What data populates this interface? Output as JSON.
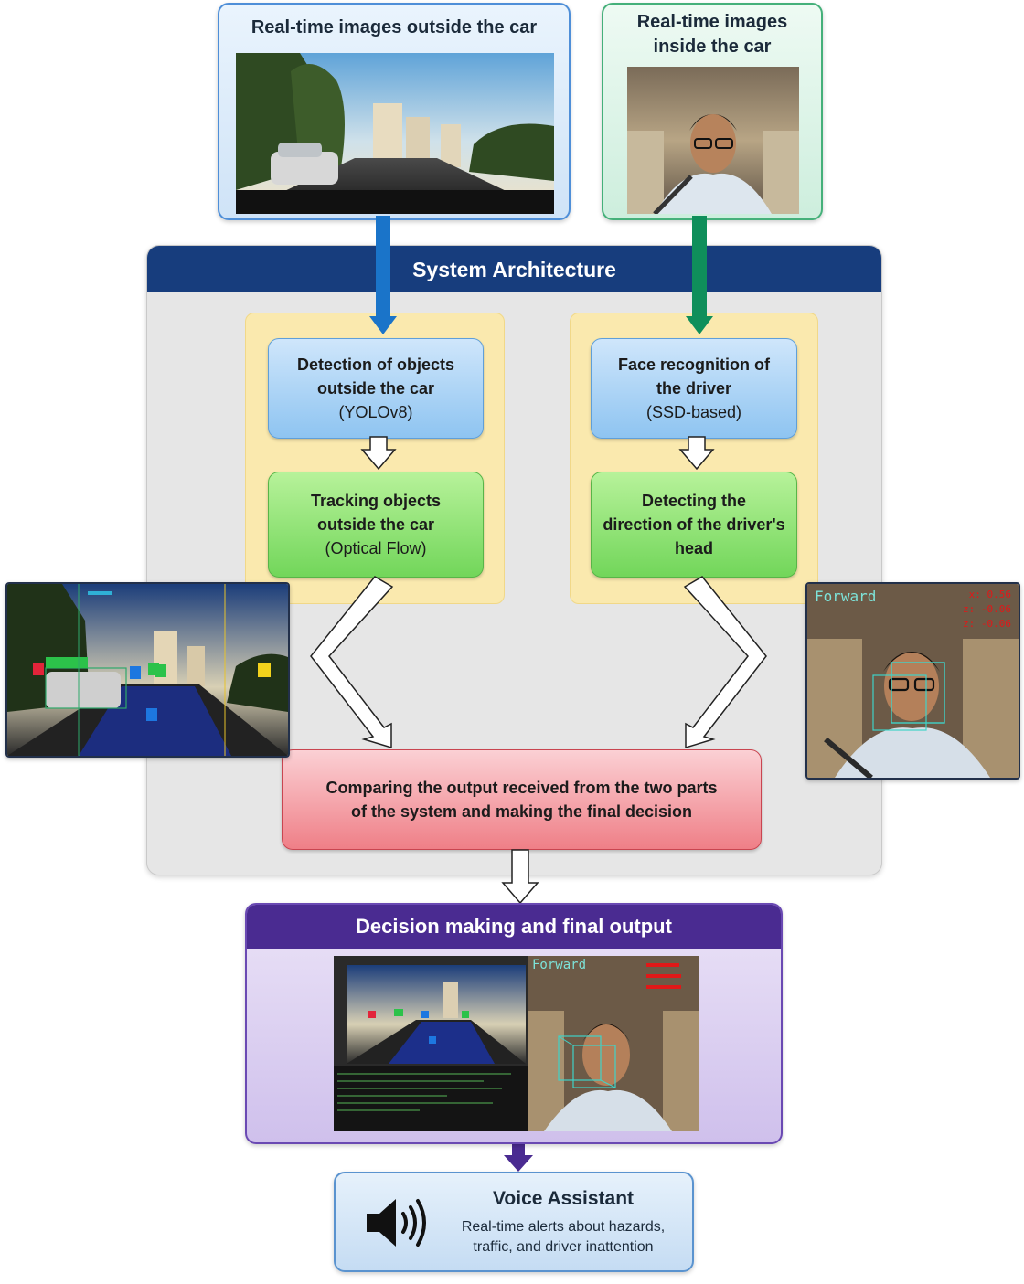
{
  "inputs": {
    "outside_title": "Real-time images outside the car",
    "inside_title_line1": "Real-time images",
    "inside_title_line2": "inside the car"
  },
  "architecture": {
    "title": "System Architecture",
    "detection": {
      "line1": "Detection of objects",
      "line2": "outside the car",
      "line3": "(YOLOv8)"
    },
    "tracking": {
      "line1": "Tracking objects",
      "line2": "outside the car",
      "line3": "(Optical Flow)"
    },
    "face": {
      "line1": "Face recognition of",
      "line2": "the driver",
      "line3": "(SSD-based)"
    },
    "head": {
      "line1": "Detecting the",
      "line2": "direction of the driver's",
      "line3": "head"
    },
    "compare": {
      "line1": "Comparing the output received from the two parts",
      "line2": "of the system and making the final decision"
    }
  },
  "side_image": {
    "forward_label": "Forward",
    "x_value": "x: 0.56",
    "y_value": "z: -0.06",
    "z_value": "z: -0.06"
  },
  "decision": {
    "title": "Decision making and final output",
    "forward_label": "Forward"
  },
  "voice": {
    "title": "Voice Assistant",
    "desc_line1": "Real-time alerts about hazards,",
    "desc_line2": "traffic, and driver inattention"
  },
  "colors": {
    "outside_arrow": "#1a74c9",
    "inside_arrow": "#0f8f5b",
    "header": "#173d7d",
    "decision_header": "#4a2b91",
    "decision_arrow": "#4a2b91"
  }
}
